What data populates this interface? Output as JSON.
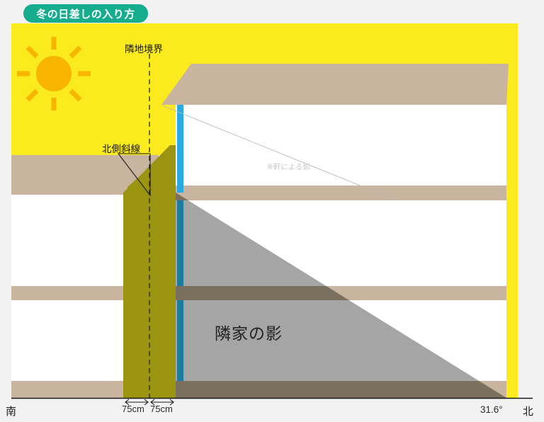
{
  "header": {
    "badge_title": "冬の日差しの入り方"
  },
  "diagram": {
    "labels": {
      "boundary": "隣地境界",
      "north_slope": "北側斜線",
      "eaves_shadow": "※軒による影",
      "neighbor_shadow": "隣家の影",
      "south": "南",
      "north": "北",
      "sun_angle": "31.6°",
      "dim_left": "75cm",
      "dim_right": "75cm"
    },
    "icons": {
      "sun": "sun-icon"
    },
    "colors": {
      "badge": "#16ac8e",
      "sky": "#faea1e",
      "sun": "#f7b500",
      "slab": "#c8b49f",
      "slab_shadow": "#7b6f5e",
      "shadow_gray": "#a5a5a5",
      "shadow_olive": "#9b9411",
      "window": "#29abe2",
      "window_shadow": "#1e7ba0",
      "background": "#f2f2f2",
      "text": "#141414",
      "eaves_line": "#c9c9c9"
    }
  }
}
